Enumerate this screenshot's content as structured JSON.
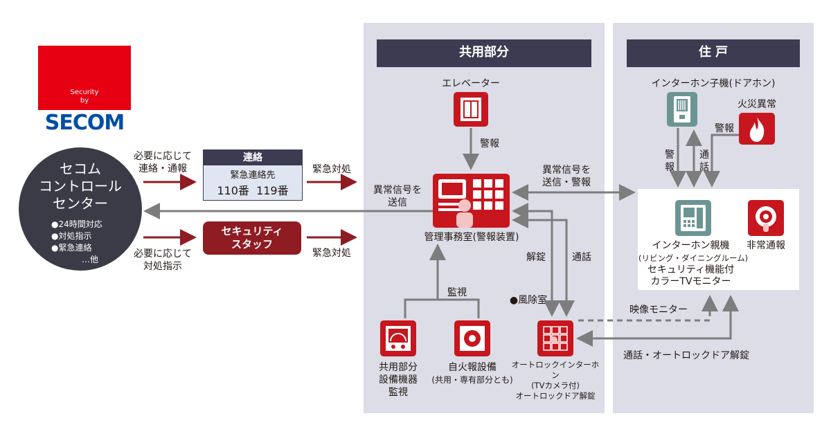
{
  "brand": {
    "line1": "Security",
    "line2": "by",
    "logo": "SECOM",
    "colors": {
      "red": "#e60012",
      "blue": "#004ea2"
    }
  },
  "control_center": {
    "title": "セコム\nコントロール\nセンター",
    "items": [
      "●24時間対応",
      "●対処指示",
      "●緊急連絡",
      "…他"
    ]
  },
  "left_flow": {
    "top_label": "必要に応じて\n連絡・通報",
    "contact_box_title": "連絡",
    "contact_box_sub": "緊急連絡先",
    "contact_box_numbers": "110番  119番",
    "top_action": "緊急対処",
    "alarm_label": "異常信号を\n送信",
    "staff_box": "セキュリティ\nスタッフ",
    "bottom_label": "必要に応じて\n対処指示",
    "bottom_action": "緊急対処"
  },
  "sections": {
    "common": "共用部分",
    "private": "住 戸"
  },
  "common_area": {
    "elevator": "エレベーター",
    "elevator_alarm": "警報",
    "office": "管理事務室(警報装置)",
    "monitor_label": "監視",
    "equipment": "共用部分\n設備機器\n監視",
    "fire_equipment": "自火報設備",
    "fire_equipment_sub": "(共用・専有部分とも)",
    "unlock_label": "解錠",
    "call_label": "通話",
    "vestibule": "●風除室",
    "autolock": "オートロックインターホン\n(TVカメラ付)\nオートロックドア解錠"
  },
  "private_area": {
    "door_intercom": "インターホン子機(ドアホン)",
    "fire_alarm": "火災異常",
    "alarm_label": "警報",
    "alarm_label2": "警\n報",
    "call_label": "通\n話",
    "send_signal": "異常信号を\n送信・警報",
    "master_title": "インターホン親機",
    "master_sub": "(リビング・ダイニングルーム)",
    "master_line3": "セキュリティ機能付",
    "master_line4": "カラーTVモニター",
    "emergency": "非常通報",
    "video_monitor": "映像モニター",
    "call_unlock": "通話・オートロックドア解錠"
  },
  "icons": {
    "elevator": "elevator-icon",
    "office": "alarm-panel-icon",
    "equipment": "gauge-icon",
    "fire_equipment": "fire-bell-icon",
    "autolock": "keypad-icon",
    "door_intercom": "door-phone-icon",
    "fire": "flame-icon",
    "master": "intercom-master-icon",
    "emergency": "emergency-button-icon"
  }
}
